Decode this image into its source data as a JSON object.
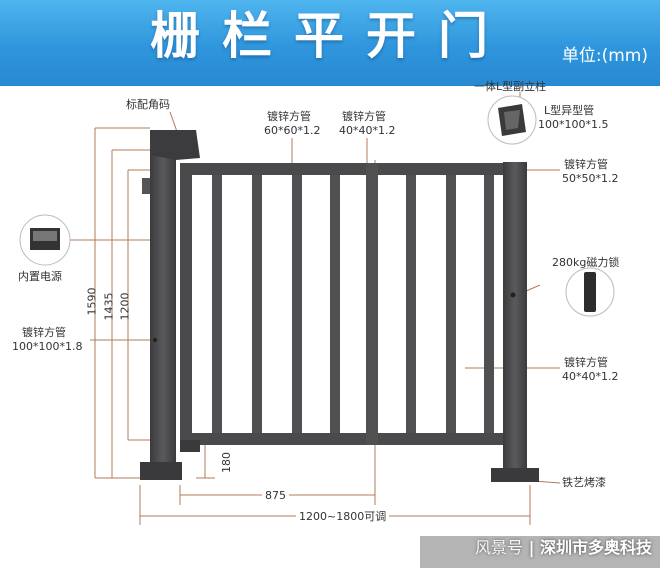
{
  "header": {
    "title": "栅栏平开门",
    "unit": "单位:(mm)"
  },
  "labels": {
    "corner_code": "标配角码",
    "power_supply": "内置电源",
    "post_name": "镀锌方管",
    "post_spec": "100*100*1.8",
    "top_rail_name": "镀锌方管",
    "top_rail_spec": "60*60*1.2",
    "mid_name": "镀锌方管",
    "mid_spec": "40*40*1.2",
    "l_post": "一体L型副立柱",
    "l_profile_name": "L型异型管",
    "l_profile_spec": "100*100*1.5",
    "right_top_name": "镀锌方管",
    "right_top_spec": "50*50*1.2",
    "lock": "280kg磁力锁",
    "right_bar_name": "镀锌方管",
    "right_bar_spec": "40*40*1.2",
    "finish": "铁艺烤漆"
  },
  "dimensions": {
    "h1": "1590",
    "h2": "1435",
    "h3": "1200",
    "gap": "180",
    "gate_width": "875",
    "total_width": "1200~1800可调"
  },
  "watermark": {
    "platform": "风景号",
    "company": "深圳市多奥科技"
  },
  "colors": {
    "banner": "#2f96dd",
    "frame": "#4a4a4c"
  }
}
